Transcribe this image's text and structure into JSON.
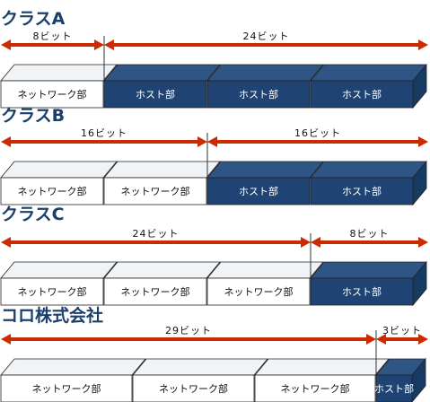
{
  "colors": {
    "title": "#1a3f6b",
    "arrow": "#cc2a00",
    "host_face": "#1f4474",
    "host_top": "#2f5585",
    "host_side": "#173a63",
    "net_face": "#ffffff",
    "net_top": "#f1f4f7",
    "net_side": "#dfe5ec",
    "edge": "#222222"
  },
  "classes": [
    {
      "title": "クラスA",
      "network_bits_label": "8ビット",
      "host_bits_label": "24ビット",
      "segments": [
        {
          "type": "network",
          "label": "ネットワーク部"
        },
        {
          "type": "host",
          "label": "ホスト部"
        },
        {
          "type": "host",
          "label": "ホスト部"
        },
        {
          "type": "host",
          "label": "ホスト部"
        }
      ]
    },
    {
      "title": "クラスB",
      "network_bits_label": "16ビット",
      "host_bits_label": "16ビット",
      "segments": [
        {
          "type": "network",
          "label": "ネットワーク部"
        },
        {
          "type": "network",
          "label": "ネットワーク部"
        },
        {
          "type": "host",
          "label": "ホスト部"
        },
        {
          "type": "host",
          "label": "ホスト部"
        }
      ]
    },
    {
      "title": "クラスC",
      "network_bits_label": "24ビット",
      "host_bits_label": "8ビット",
      "segments": [
        {
          "type": "network",
          "label": "ネットワーク部"
        },
        {
          "type": "network",
          "label": "ネットワーク部"
        },
        {
          "type": "network",
          "label": "ネットワーク部"
        },
        {
          "type": "host",
          "label": "ホスト部"
        }
      ]
    },
    {
      "title": "コロ株式会社",
      "network_bits_label": "29ビット",
      "host_bits_label": "3ビット",
      "segments": [
        {
          "type": "network",
          "label": "ネットワーク部"
        },
        {
          "type": "network",
          "label": "ネットワーク部"
        },
        {
          "type": "network",
          "label": "ネットワーク部"
        },
        {
          "type": "host",
          "label": "ホスト部"
        }
      ]
    }
  ]
}
